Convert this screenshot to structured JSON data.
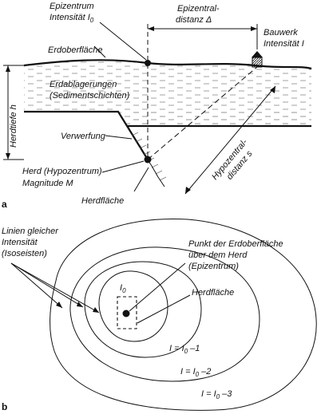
{
  "panel_a": {
    "letter": "a",
    "epicenter_line1": "Epizentrum",
    "epicenter_line2": "Intensität I",
    "epicenter_line2_sub": "0",
    "epicentral_line1": "Epizentral-",
    "epicentral_line2": "distanz Δ",
    "building_line1": "Bauwerk",
    "building_line2": "Intensität I",
    "surface": "Erdoberfläche",
    "sediments_line1": "Erdablagerungen",
    "sediments_line2": "(Sedimentschichten)",
    "depth": "Herdtiefe h",
    "fault": "Verwerfung",
    "focus_line1": "Herd (Hypozentrum)",
    "focus_line2": "Magnitude M",
    "hypo_line1": "Hypozentral-",
    "hypo_line2": "distanz s",
    "fault_plane": "Herdfläche"
  },
  "panel_b": {
    "letter": "b",
    "isoseismal_line1": "Linien gleicher",
    "isoseismal_line2": "Intensität",
    "isoseismal_line3": "(Isoseisten)",
    "center_label": "I",
    "center_sub": "0",
    "epicenter_line1": "Punkt der Erdoberfläche",
    "epicenter_line2": "über dem Herd",
    "epicenter_line3": "(Epizentrum)",
    "fault_plane": "Herdfläche",
    "i1_pre": "I = I",
    "i1_sub": "0",
    "i1_post": " –1",
    "i2_pre": "I = I",
    "i2_sub": "0",
    "i2_post": " –2",
    "i3_pre": "I = I",
    "i3_sub": "0",
    "i3_post": " –3"
  }
}
